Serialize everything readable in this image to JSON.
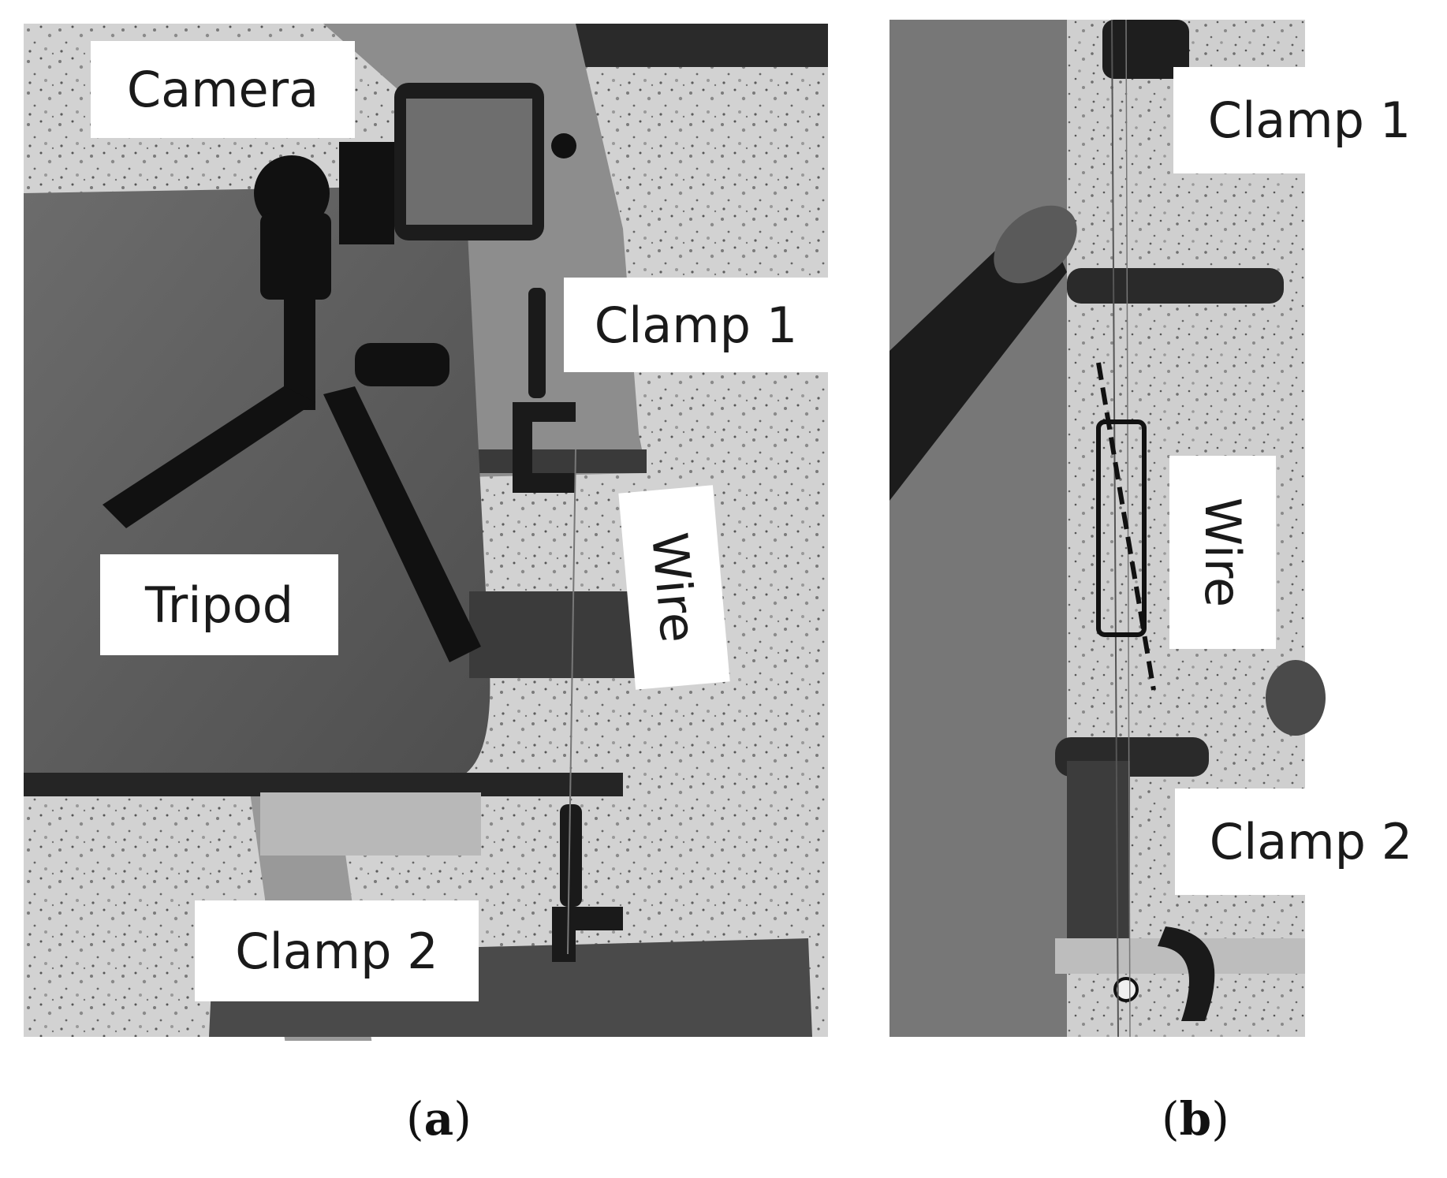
{
  "panel_a": {
    "labels": {
      "camera": "Camera",
      "clamp1": "Clamp 1",
      "tripod": "Tripod",
      "wire": "Wire",
      "clamp2": "Clamp 2"
    },
    "caption_open": "(",
    "caption_letter": "a",
    "caption_close": ")"
  },
  "panel_b": {
    "labels": {
      "clamp1": "Clamp 1",
      "wire": "Wire",
      "clamp2": "Clamp 2"
    },
    "caption_open": "(",
    "caption_letter": "b",
    "caption_close": ")"
  }
}
